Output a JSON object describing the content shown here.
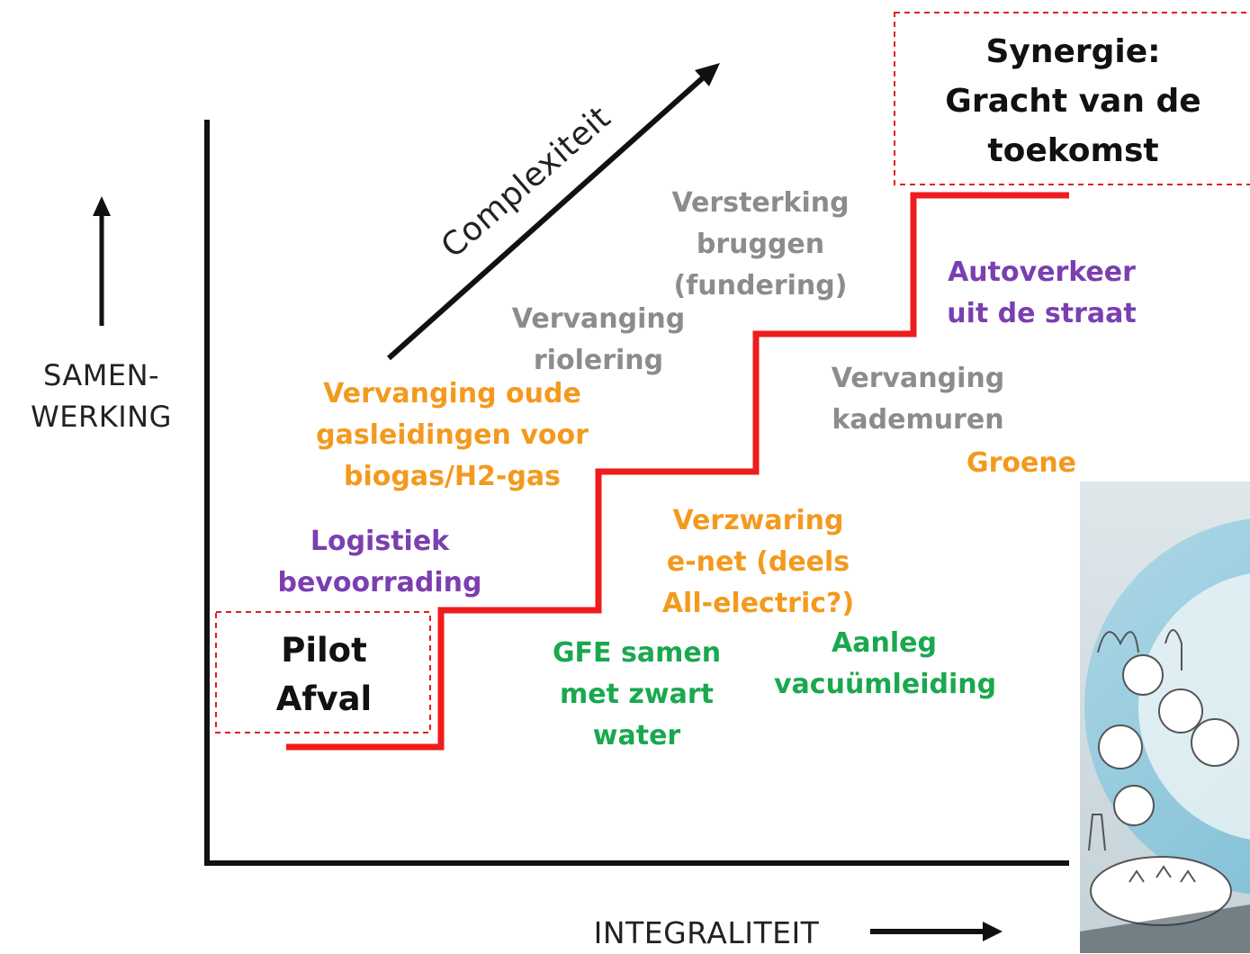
{
  "axes": {
    "y_label_lines": [
      "SAMEN-",
      "WERKING"
    ],
    "x_label": "INTEGRALITEIT",
    "diagonal_label": "Complexiteit"
  },
  "boxes": {
    "start": {
      "lines": [
        "Pilot",
        "Afval"
      ]
    },
    "goal": {
      "lines": [
        "Synergie:",
        "Gracht van de",
        "toekomst"
      ]
    }
  },
  "items": {
    "logistiek": {
      "lines": [
        "Logistiek",
        "bevoorrading"
      ]
    },
    "gasleidingen": {
      "lines": [
        "Vervanging oude",
        "gasleidingen voor",
        "biogas/H2-gas"
      ]
    },
    "riolering": {
      "lines": [
        "Vervanging",
        "riolering"
      ]
    },
    "bruggen": {
      "lines": [
        "Versterking",
        "bruggen",
        "(fundering)"
      ]
    },
    "autoverkeer": {
      "lines": [
        "Autoverkeer",
        "uit de straat"
      ]
    },
    "kademuren": {
      "lines": [
        "Vervanging",
        "kademuren"
      ]
    },
    "groene": {
      "lines": [
        "Groene"
      ]
    },
    "enet": {
      "lines": [
        "Verzwaring",
        "e-net (deels",
        "All-electric?)"
      ]
    },
    "gfe": {
      "lines": [
        "GFE samen",
        "met zwart",
        "water"
      ]
    },
    "vacuum": {
      "lines": [
        "Aanleg",
        "vacuümleiding"
      ]
    }
  },
  "colors": {
    "purple": "#7a3fb0",
    "orange": "#f39a1e",
    "gray": "#8c8c8c",
    "green": "#1aa84e",
    "red": "#ee1c1c",
    "black": "#111111"
  }
}
